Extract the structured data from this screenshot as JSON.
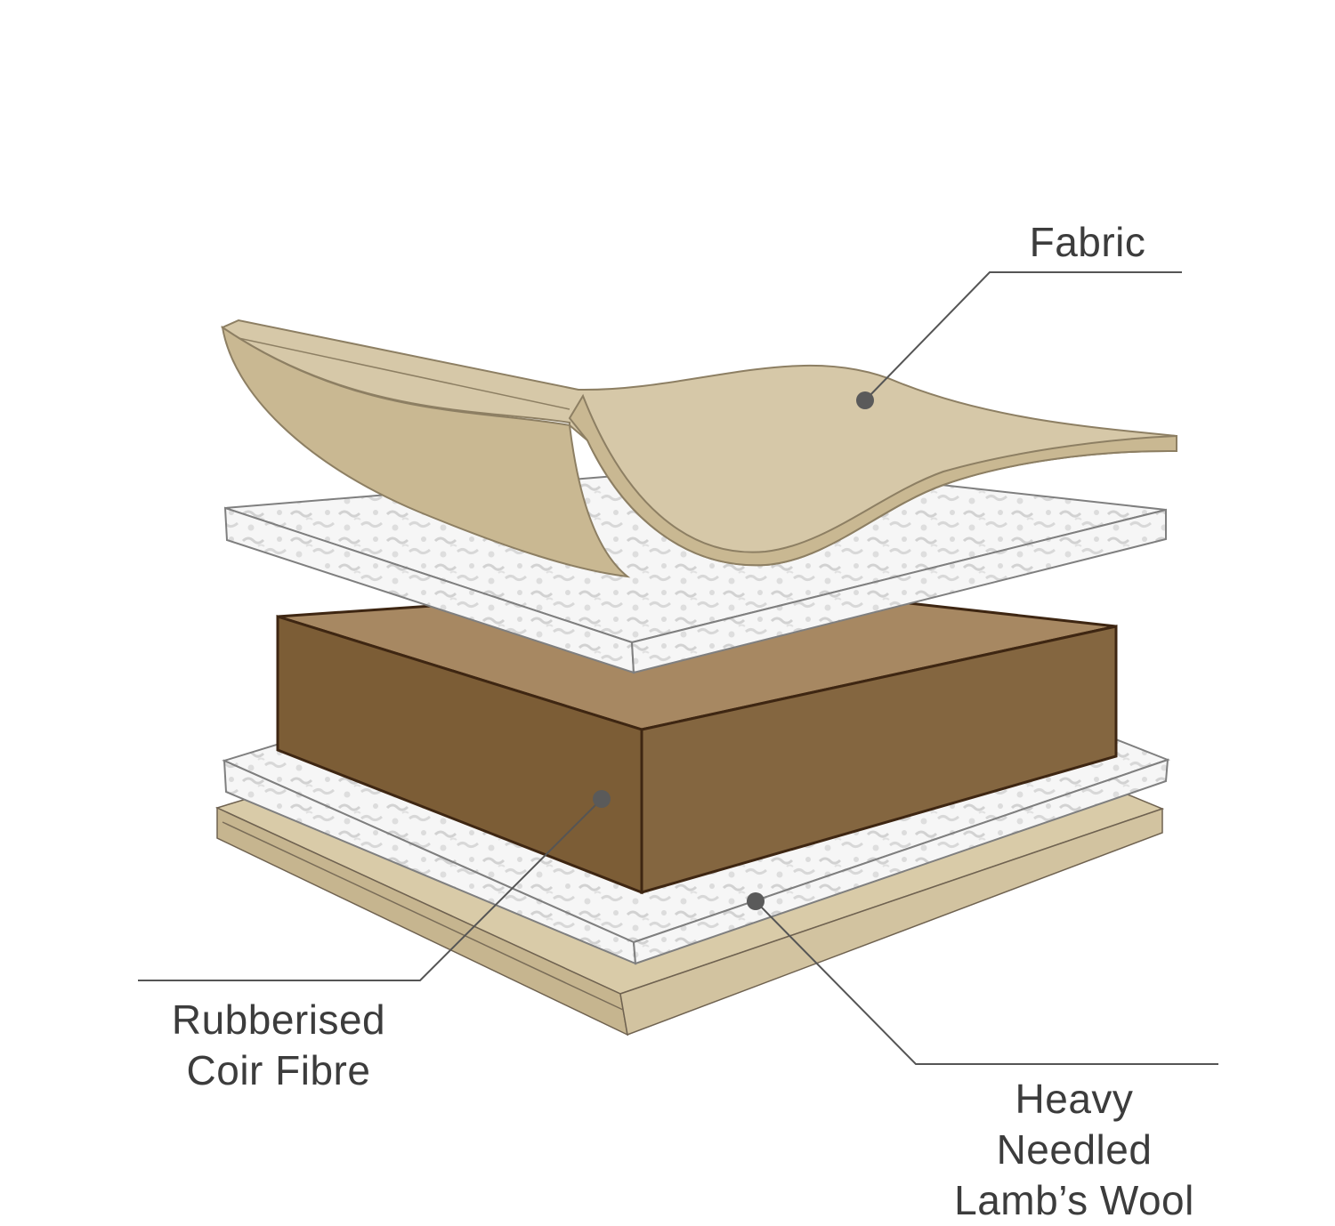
{
  "labels": {
    "fabric": "Fabric",
    "coir_line1": "Rubberised",
    "coir_line2": "Coir Fibre",
    "wool_line1": "Heavy",
    "wool_line2": "Needled",
    "wool_line3": "Lamb’s Wool"
  },
  "colors": {
    "fabric": "#d6c8a8",
    "fabric_edge": "#c8b791",
    "fabric_outline": "#8d7f63",
    "coir_top": "#a98a64",
    "coir_front": "#816239",
    "coir_outline": "#3e2612",
    "wool": "#f6f6f6",
    "wool_texture": "#d7d7d7",
    "base_tan": "#c9b892",
    "leader": "#555555",
    "dot": "#5a5a5a"
  }
}
